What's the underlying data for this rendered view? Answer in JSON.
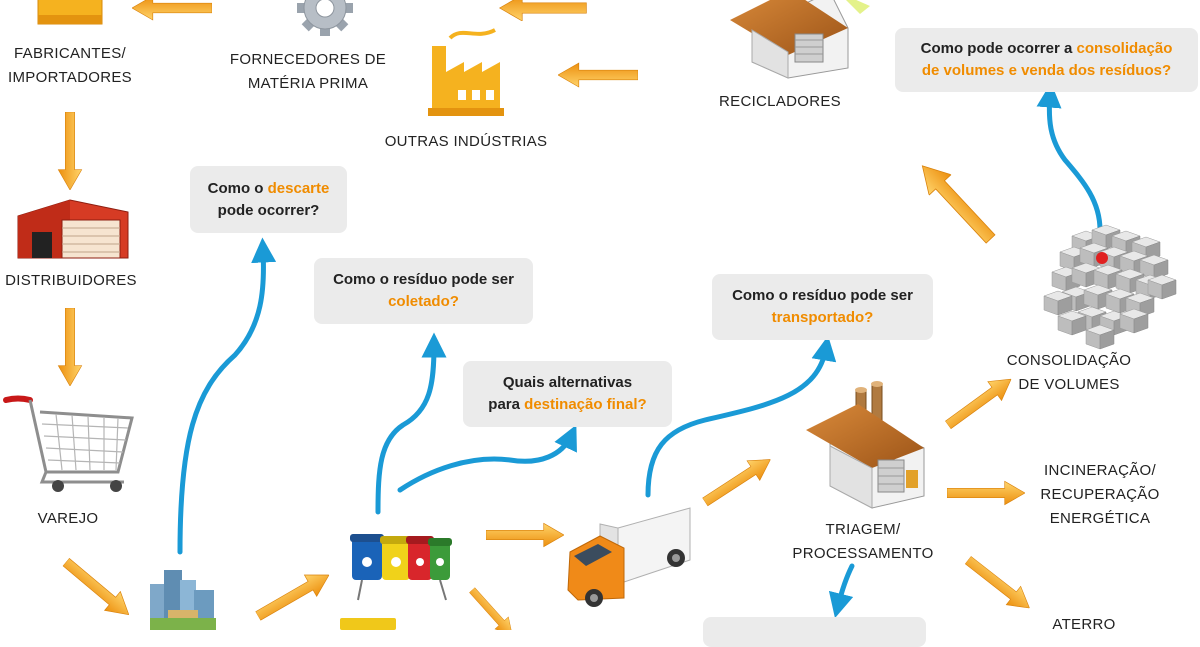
{
  "colors": {
    "arrow_orange": "#f4a21c",
    "arrow_blue": "#1a9ad6",
    "highlight": "#f08c00",
    "bubble_bg": "#ebebeb"
  },
  "nodes": {
    "fabricantes": {
      "line1": "FABRICANTES/",
      "line2": "IMPORTADORES"
    },
    "fornecedores": {
      "line1": "FORNECEDORES DE",
      "line2": "MATÉRIA PRIMA"
    },
    "outras": {
      "line1": "OUTRAS INDÚSTRIAS"
    },
    "recicladores": {
      "line1": "RECICLADORES"
    },
    "distribuidores": {
      "line1": "DISTRIBUIDORES"
    },
    "varejo": {
      "line1": "VAREJO"
    },
    "consolidacao": {
      "line1": "CONSOLIDAÇÃO",
      "line2": "DE VOLUMES"
    },
    "triagem": {
      "line1": "TRIAGEM/",
      "line2": "PROCESSAMENTO"
    },
    "incineracao": {
      "line1": "INCINERAÇÃO/",
      "line2": "RECUPERAÇÃO",
      "line3": "ENERGÉTICA"
    },
    "aterro": {
      "line1": "ATERRO"
    }
  },
  "bubbles": {
    "consolidacao_q": {
      "l1a": "Como pode ocorrer a ",
      "l1b": "consolidação",
      "l2": "de volumes e venda dos resíduos?"
    },
    "descarte_q": {
      "l1a": "Como o ",
      "l1b": "descarte",
      "l2": "pode ocorrer?"
    },
    "coletado_q": {
      "l1": "Como o resíduo pode ser",
      "l2": "coletado?"
    },
    "transportado_q": {
      "l1": "Como o resíduo pode ser",
      "l2": "transportado?"
    },
    "destinacao_q": {
      "l1": "Quais alternativas",
      "l2a": "para ",
      "l2b": "destinação final?"
    }
  },
  "icons": [
    "box-icon",
    "gear-icon",
    "factory-icon",
    "warehouse-icon",
    "distribution-center-icon",
    "shopping-cart-icon",
    "buildings-icon",
    "recycling-bins-icon",
    "truck-icon",
    "processing-plant-icon",
    "cubes-icon"
  ]
}
